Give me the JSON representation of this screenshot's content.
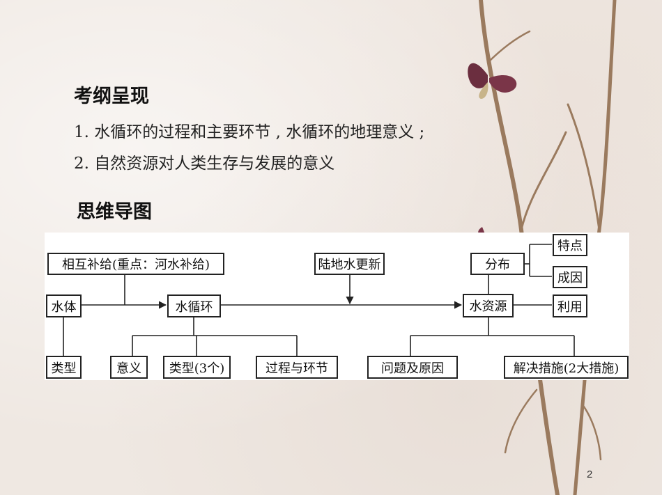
{
  "slide": {
    "title": "考纲呈现",
    "points": [
      "1. 水循环的过程和主要环节 , 水循环的地理意义 ;",
      "2. 自然资源对人类生存与发展的意义"
    ],
    "subtitle": "思维导图",
    "page_number": "2"
  },
  "mindmap": {
    "nodes": {
      "mutual_supply": "相互补给(重点：河水补给)",
      "water_body": "水体",
      "water_body_types": "类型",
      "water_cycle": "水循环",
      "land_water_renewal": "陆地水更新",
      "significance": "意义",
      "cycle_types": "类型(3个)",
      "process_links": "过程与环节",
      "water_resources": "水资源",
      "distribution": "分布",
      "features": "特点",
      "causes": "成因",
      "utilization": "利用",
      "problems_causes": "问题及原因",
      "solutions": "解决措施(2大措施)"
    }
  }
}
